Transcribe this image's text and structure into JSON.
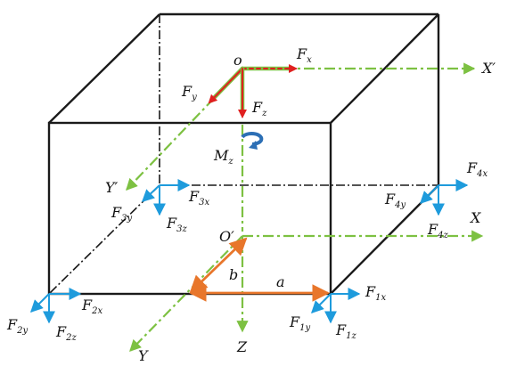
{
  "colors": {
    "edge": "#1a1a1a",
    "axis": "#7dc142",
    "force": "#1e9bdc",
    "dim": "#e8762b",
    "body_force": "#e02020",
    "moment": "#2c6fb5"
  },
  "labels": {
    "o": "o",
    "Fx": "F",
    "Fx_sub": "x",
    "Fy": "F",
    "Fy_sub": "y",
    "Fz": "F",
    "Fz_sub": "z",
    "Mz": "M",
    "Mz_sub": "z",
    "Xp": "X′",
    "Yp": "Y′",
    "X": "X",
    "Y": "Y",
    "Z": "Z",
    "Op": "O′",
    "a": "a",
    "b": "b",
    "F1x": "F",
    "F1x_sub": "1x",
    "F1y": "F",
    "F1y_sub": "1y",
    "F1z": "F",
    "F1z_sub": "1z",
    "F2x": "F",
    "F2x_sub": "2x",
    "F2y": "F",
    "F2y_sub": "2y",
    "F2z": "F",
    "F2z_sub": "2z",
    "F3x": "F",
    "F3x_sub": "3x",
    "F3y": "F",
    "F3y_sub": "3y",
    "F3z": "F",
    "F3z_sub": "3z",
    "F4x": "F",
    "F4x_sub": "4x",
    "F4y": "F",
    "F4y_sub": "4y",
    "F4z": "F",
    "F4z_sub": "4z"
  }
}
